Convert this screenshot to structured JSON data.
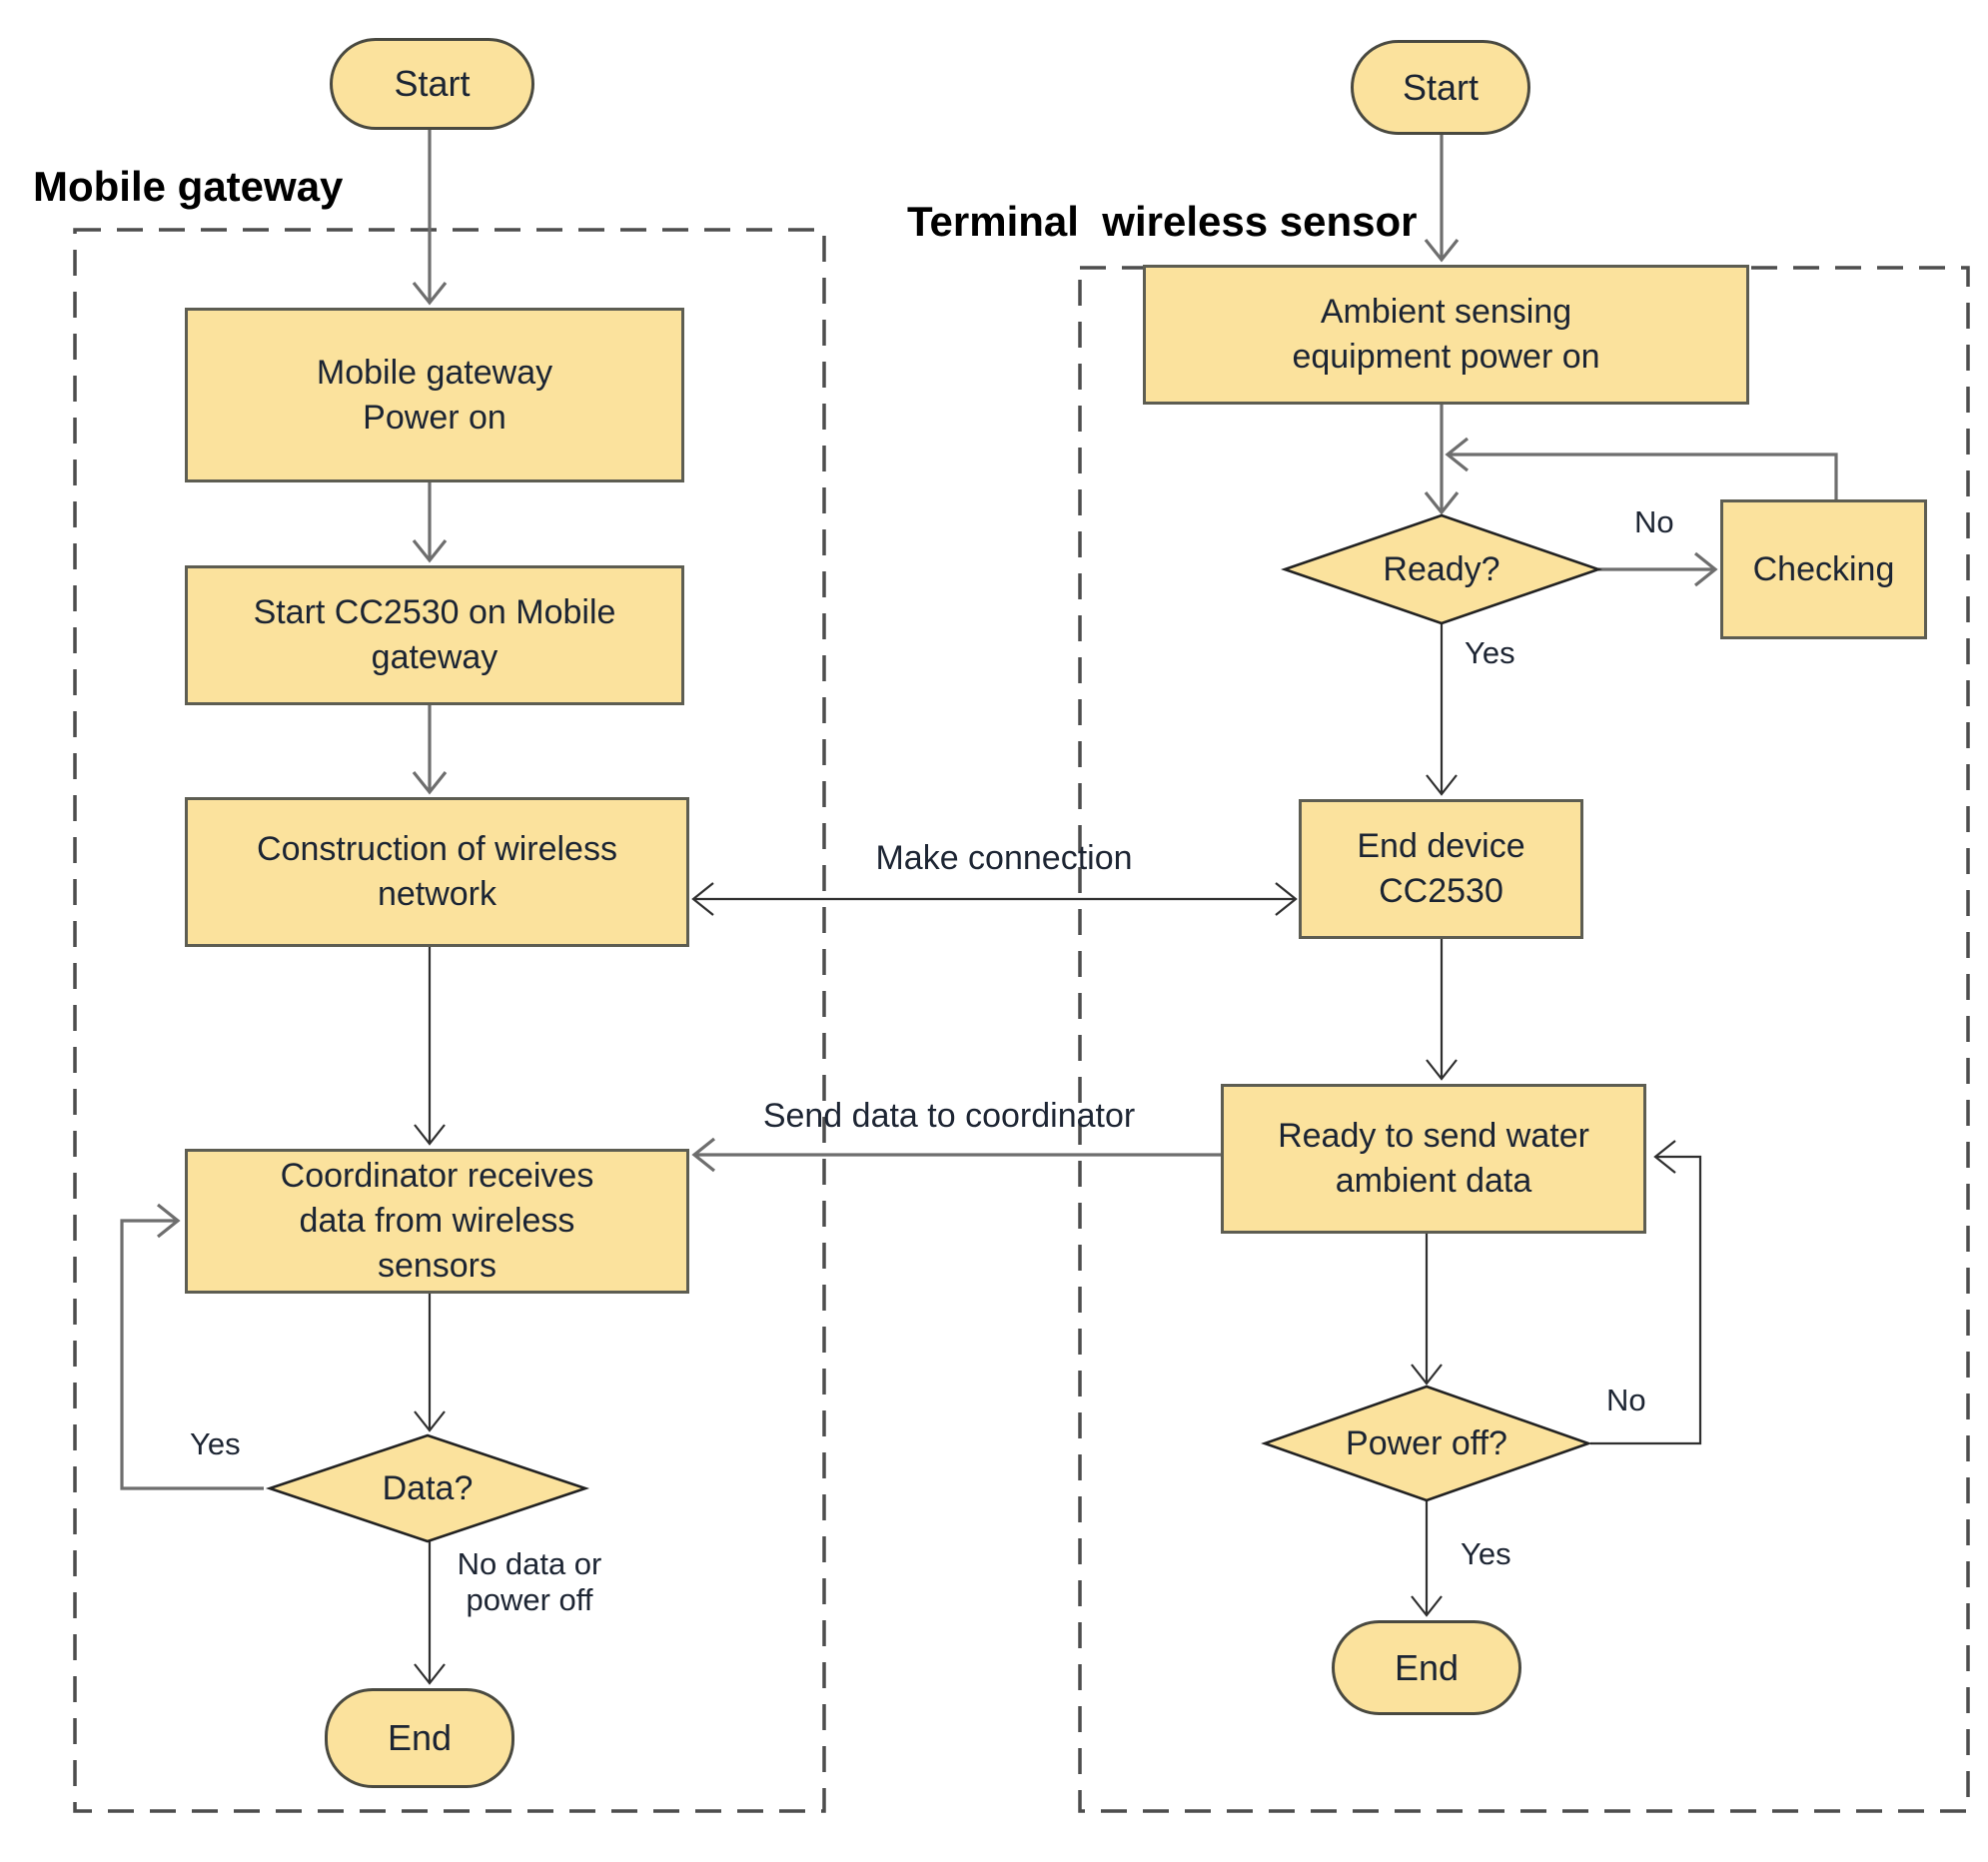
{
  "mobile_gateway": {
    "title": "Mobile gateway",
    "start": "Start",
    "power_on": "Mobile gateway\nPower on",
    "start_cc2530": "Start CC2530 on Mobile\ngateway",
    "construction": "Construction of wireless\nnetwork",
    "coordinator": "Coordinator receives\ndata from wireless\nsensors",
    "data_decision": "Data?",
    "yes_label": "Yes",
    "no_branch_label": "No data or\npower off",
    "end": "End"
  },
  "terminal_sensor": {
    "title": "Terminal  wireless sensor",
    "start": "Start",
    "ambient": "Ambient sensing\nequipment power on",
    "ready_decision": "Ready?",
    "ready_no_label": "No",
    "checking": "Checking",
    "ready_yes_label": "Yes",
    "end_device": "End device\nCC2530",
    "ready_to_send": "Ready to send water\nambient data",
    "power_off_decision": "Power off?",
    "power_off_no_label": "No",
    "power_off_yes_label": "Yes",
    "end": "End"
  },
  "connections": {
    "make_connection": "Make connection",
    "send_data": "Send data to coordinator"
  },
  "colors": {
    "node_fill": "#FBE29D",
    "node_border": "#5d5d52",
    "diamond_border": "#222222",
    "lane_dash": "#4d4d4d",
    "arrow_gray": "#6e6e6e",
    "arrow_dark": "#2f2f2f",
    "text": "#1b2433"
  }
}
